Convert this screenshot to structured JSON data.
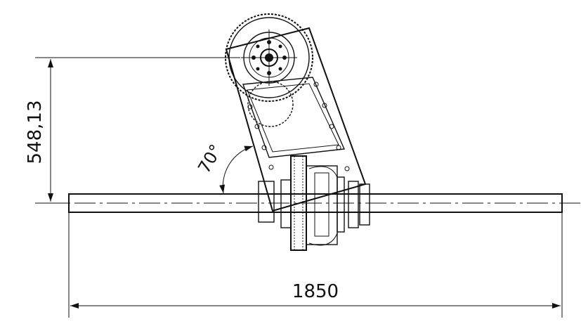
{
  "drawing": {
    "dimension_height": "548,13",
    "dimension_length": "1850",
    "angle_label": "70°"
  },
  "colors": {
    "line": "#111111",
    "background": "#ffffff"
  }
}
